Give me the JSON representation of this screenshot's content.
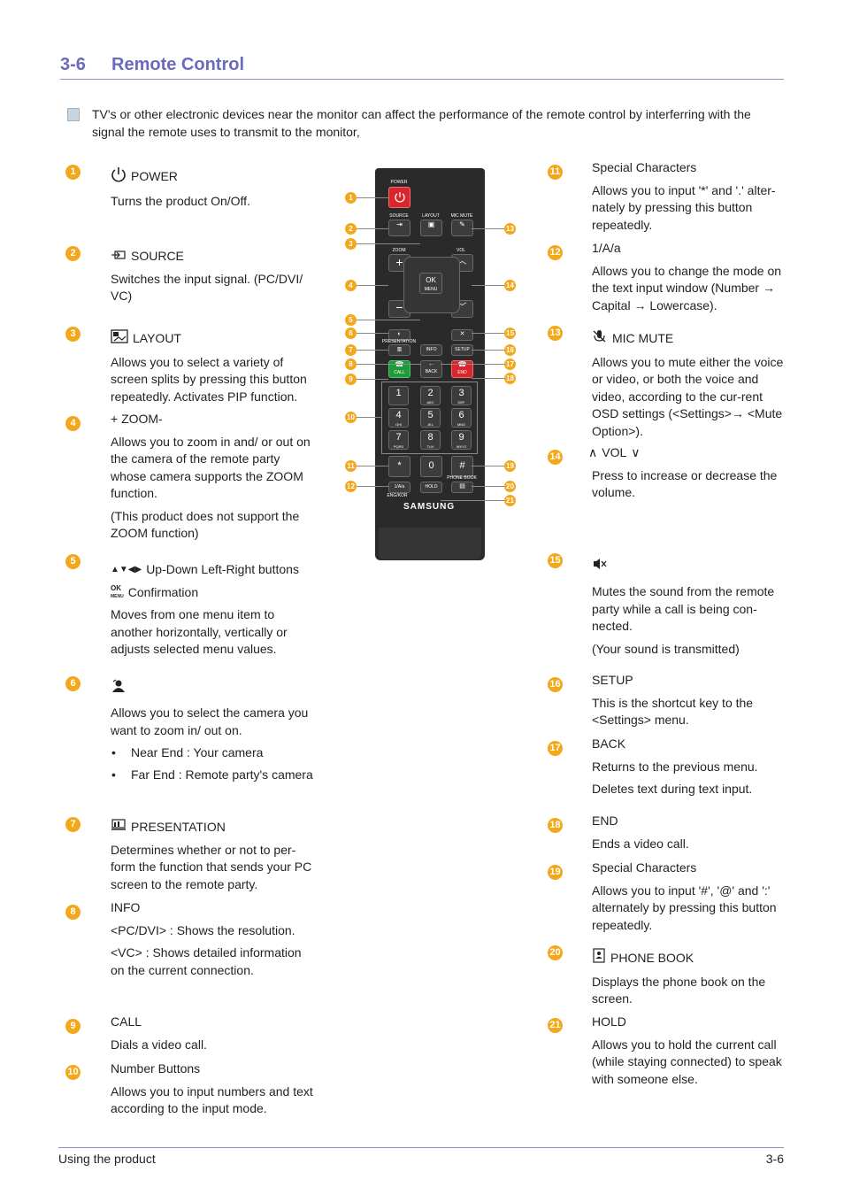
{
  "header": {
    "number": "3-6",
    "title": "Remote Control"
  },
  "note": {
    "icon": "note-icon",
    "text": "TV's or other electronic devices near the monitor can affect the performance of the remote control by interferring with the signal the remote uses to transmit to the monitor,"
  },
  "left_items": [
    {
      "n": "1",
      "title": "POWER",
      "icon": "power-icon",
      "lines": [
        "Turns the product On/Off."
      ]
    },
    {
      "n": "2",
      "title": "SOURCE",
      "icon": "source-icon",
      "lines": [
        "Switches the input signal. (PC/DVI/ VC)"
      ]
    },
    {
      "n": "3",
      "title": "LAYOUT",
      "icon": "layout-icon",
      "lines": [
        "Allows you to select a variety of screen splits by pressing this button repeatedly. Activates PIP function."
      ]
    },
    {
      "n": "4",
      "title": "+ ZOOM-",
      "icon": "",
      "lines": [
        "Allows you to zoom in and/ or out on the camera of the remote party whose camera supports the ZOOM function.",
        "(This product does not support the ZOOM function)"
      ]
    },
    {
      "n": "5",
      "title": "Up-Down Left-Right buttons",
      "icon": "arrows-icon",
      "sub_title": "Confirmation",
      "sub_icon": "ok-menu-icon",
      "lines": [
        "Moves from one menu item to another horizontally, vertically or adjusts selected menu values."
      ]
    },
    {
      "n": "6",
      "title": "",
      "icon": "camera-select-icon",
      "lines": [
        "Allows you to select the camera you want to zoom in/ out on."
      ],
      "bullets": [
        "Near End : Your camera",
        "Far End : Remote party's camera"
      ]
    },
    {
      "n": "7",
      "title": "PRESENTATION",
      "icon": "presentation-icon",
      "lines": [
        "Determines whether or not to per-form the function that sends your PC screen to the remote party."
      ]
    },
    {
      "n": "8",
      "title": "INFO",
      "icon": "",
      "lines": [
        "<PC/DVI> : Shows the resolution.",
        "<VC> : Shows detailed information on the current connection."
      ]
    },
    {
      "n": "9",
      "title": "CALL",
      "icon": "",
      "lines": [
        "Dials a video call."
      ]
    },
    {
      "n": "10",
      "title": "Number Buttons",
      "icon": "",
      "lines": [
        "Allows you to input numbers and text according to the input mode."
      ]
    }
  ],
  "right_items": [
    {
      "n": "11",
      "title": "Special Characters",
      "icon": "",
      "lines": [
        "Allows you to input '*' and '.' alter-nately by pressing this button repeatedly."
      ]
    },
    {
      "n": "12",
      "title": "1/A/a",
      "icon": "",
      "lines": [
        "Allows you to change the mode on the text input window (Number → Capital → Lowercase)."
      ]
    },
    {
      "n": "13",
      "title": "MIC MUTE",
      "icon": "mic-mute-icon",
      "lines": [
        "Allows you to mute either the voice or video, or both the voice and video, according to the cur-rent OSD settings (<Settings>→ <Mute Option>)."
      ]
    },
    {
      "n": "14",
      "title": "VOL",
      "icon": "vol-icon",
      "lines": [
        "Press to increase or decrease the volume."
      ]
    },
    {
      "n": "15",
      "title": "",
      "icon": "speaker-mute-icon",
      "lines": [
        "Mutes the sound from the remote party while a call is being con-nected.",
        "(Your sound is transmitted)"
      ]
    },
    {
      "n": "16",
      "title": "SETUP",
      "icon": "",
      "lines": [
        "This is the shortcut key to the <Settings> menu."
      ]
    },
    {
      "n": "17",
      "title": "BACK",
      "icon": "",
      "lines": [
        "Returns to the previous menu.",
        "Deletes text during text input."
      ]
    },
    {
      "n": "18",
      "title": "END",
      "icon": "",
      "lines": [
        "Ends a video call."
      ]
    },
    {
      "n": "19",
      "title": "Special Characters",
      "icon": "",
      "lines": [
        "Allows you to input '#', '@' and ':' alternately by pressing this button repeatedly."
      ]
    },
    {
      "n": "20",
      "title": "PHONE BOOK",
      "icon": "phonebook-icon",
      "lines": [
        "Displays the phone book on the screen."
      ]
    },
    {
      "n": "21",
      "title": "HOLD",
      "icon": "",
      "lines": [
        "Allows you to hold the current call (while staying connected) to speak with someone else."
      ]
    }
  ],
  "remote": {
    "labels": {
      "power": "POWER",
      "source": "SOURCE",
      "layout": "LAYOUT",
      "mic_mute": "MIC MUTE",
      "zoom": "ZOOM",
      "vol": "VOL",
      "ok": "OK",
      "menu": "MENU",
      "presentation": "PRESENTATION",
      "info": "INFO",
      "setup": "SETUP",
      "call": "CALL",
      "back": "BACK",
      "end": "END",
      "phone_book": "PHONE BOOK",
      "hold": "HOLD",
      "mode": "1/A/a",
      "eng_kor": "ENG/KOR",
      "brand": "SAMSUNG"
    },
    "keys": [
      {
        "d": "1",
        "s": ""
      },
      {
        "d": "2",
        "s": "ABC"
      },
      {
        "d": "3",
        "s": "DEF"
      },
      {
        "d": "4",
        "s": "GHI"
      },
      {
        "d": "5",
        "s": "JKL"
      },
      {
        "d": "6",
        "s": "MNO"
      },
      {
        "d": "7",
        "s": "PQRS"
      },
      {
        "d": "8",
        "s": "TUV"
      },
      {
        "d": "9",
        "s": "WXYZ"
      }
    ],
    "star": "*",
    "zero": "0",
    "hash": "#"
  },
  "footer": {
    "left": "Using the product",
    "right": "3-6"
  }
}
